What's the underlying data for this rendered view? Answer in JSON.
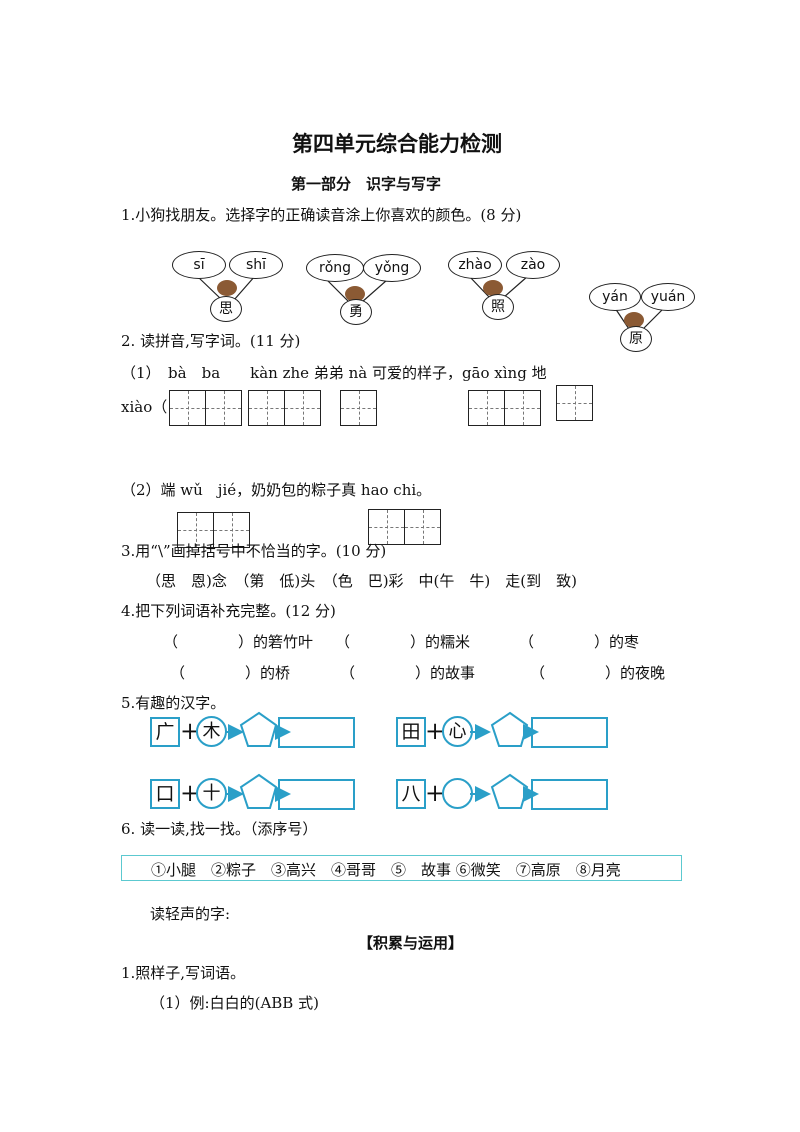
{
  "title": "第四单元综合能力检测",
  "part1": "第一部分　识字与写字",
  "q1": {
    "text": "1.小狗找朋友。选择字的正确读音涂上你喜欢的颜色。(8 分)",
    "groups": [
      {
        "a": "sī",
        "b": "shī",
        "char": "思"
      },
      {
        "a": "rǒng",
        "b": "yǒng",
        "char": "勇"
      },
      {
        "a": "zhào",
        "b": "zào",
        "char": "照"
      },
      {
        "a": "yán",
        "b": "yuán",
        "char": "原"
      }
    ]
  },
  "q2": {
    "text": "2. 读拼音,写字词。(11 分)",
    "line1": "（1）　bà　ba　　kàn zhe 弟弟 nà 可爱的样子，gāo xìng 地",
    "line2_start": "xiào（",
    "line3": "（2）端 wǔ　jié，奶奶包的粽子真 hao chi。"
  },
  "q3": {
    "text": "3.用“\\”画掉括号中不恰当的字。(10 分)",
    "line": "（思　恩)念　（第　低)头　（色　巴)彩　中(午　牛)　走(到　致)"
  },
  "q4": {
    "text": "4.把下列词语补充完整。(12 分)",
    "row1": [
      "（　　　　）的箬竹叶",
      "（　　　　）的糯米",
      "（　　　　）的枣"
    ],
    "row2": [
      "（　　　　）的桥",
      "（　　　　）的故事",
      "（　　　　）的夜晚"
    ]
  },
  "q5": {
    "text": "5.有趣的汉字。",
    "items": [
      {
        "a": "广",
        "b": "木"
      },
      {
        "a": "田",
        "b": "心"
      },
      {
        "a": "口",
        "b": "十"
      },
      {
        "a": "八",
        "b": ""
      }
    ]
  },
  "q6": {
    "text": "6. 读一读,找一找。（添序号）",
    "items": "①小腿　②粽子　③高兴　④哥哥　⑤　故事 ⑥微笑　⑦高原　⑧月亮",
    "prompt": "读轻声的字:"
  },
  "section2": "【积累与运用】",
  "p2q1": {
    "text": "1.照样子,写词语。",
    "example": "（1）例:白白的(ABB 式)"
  },
  "colors": {
    "accent": "#2a9fc8",
    "box": "#5cc9d0"
  }
}
